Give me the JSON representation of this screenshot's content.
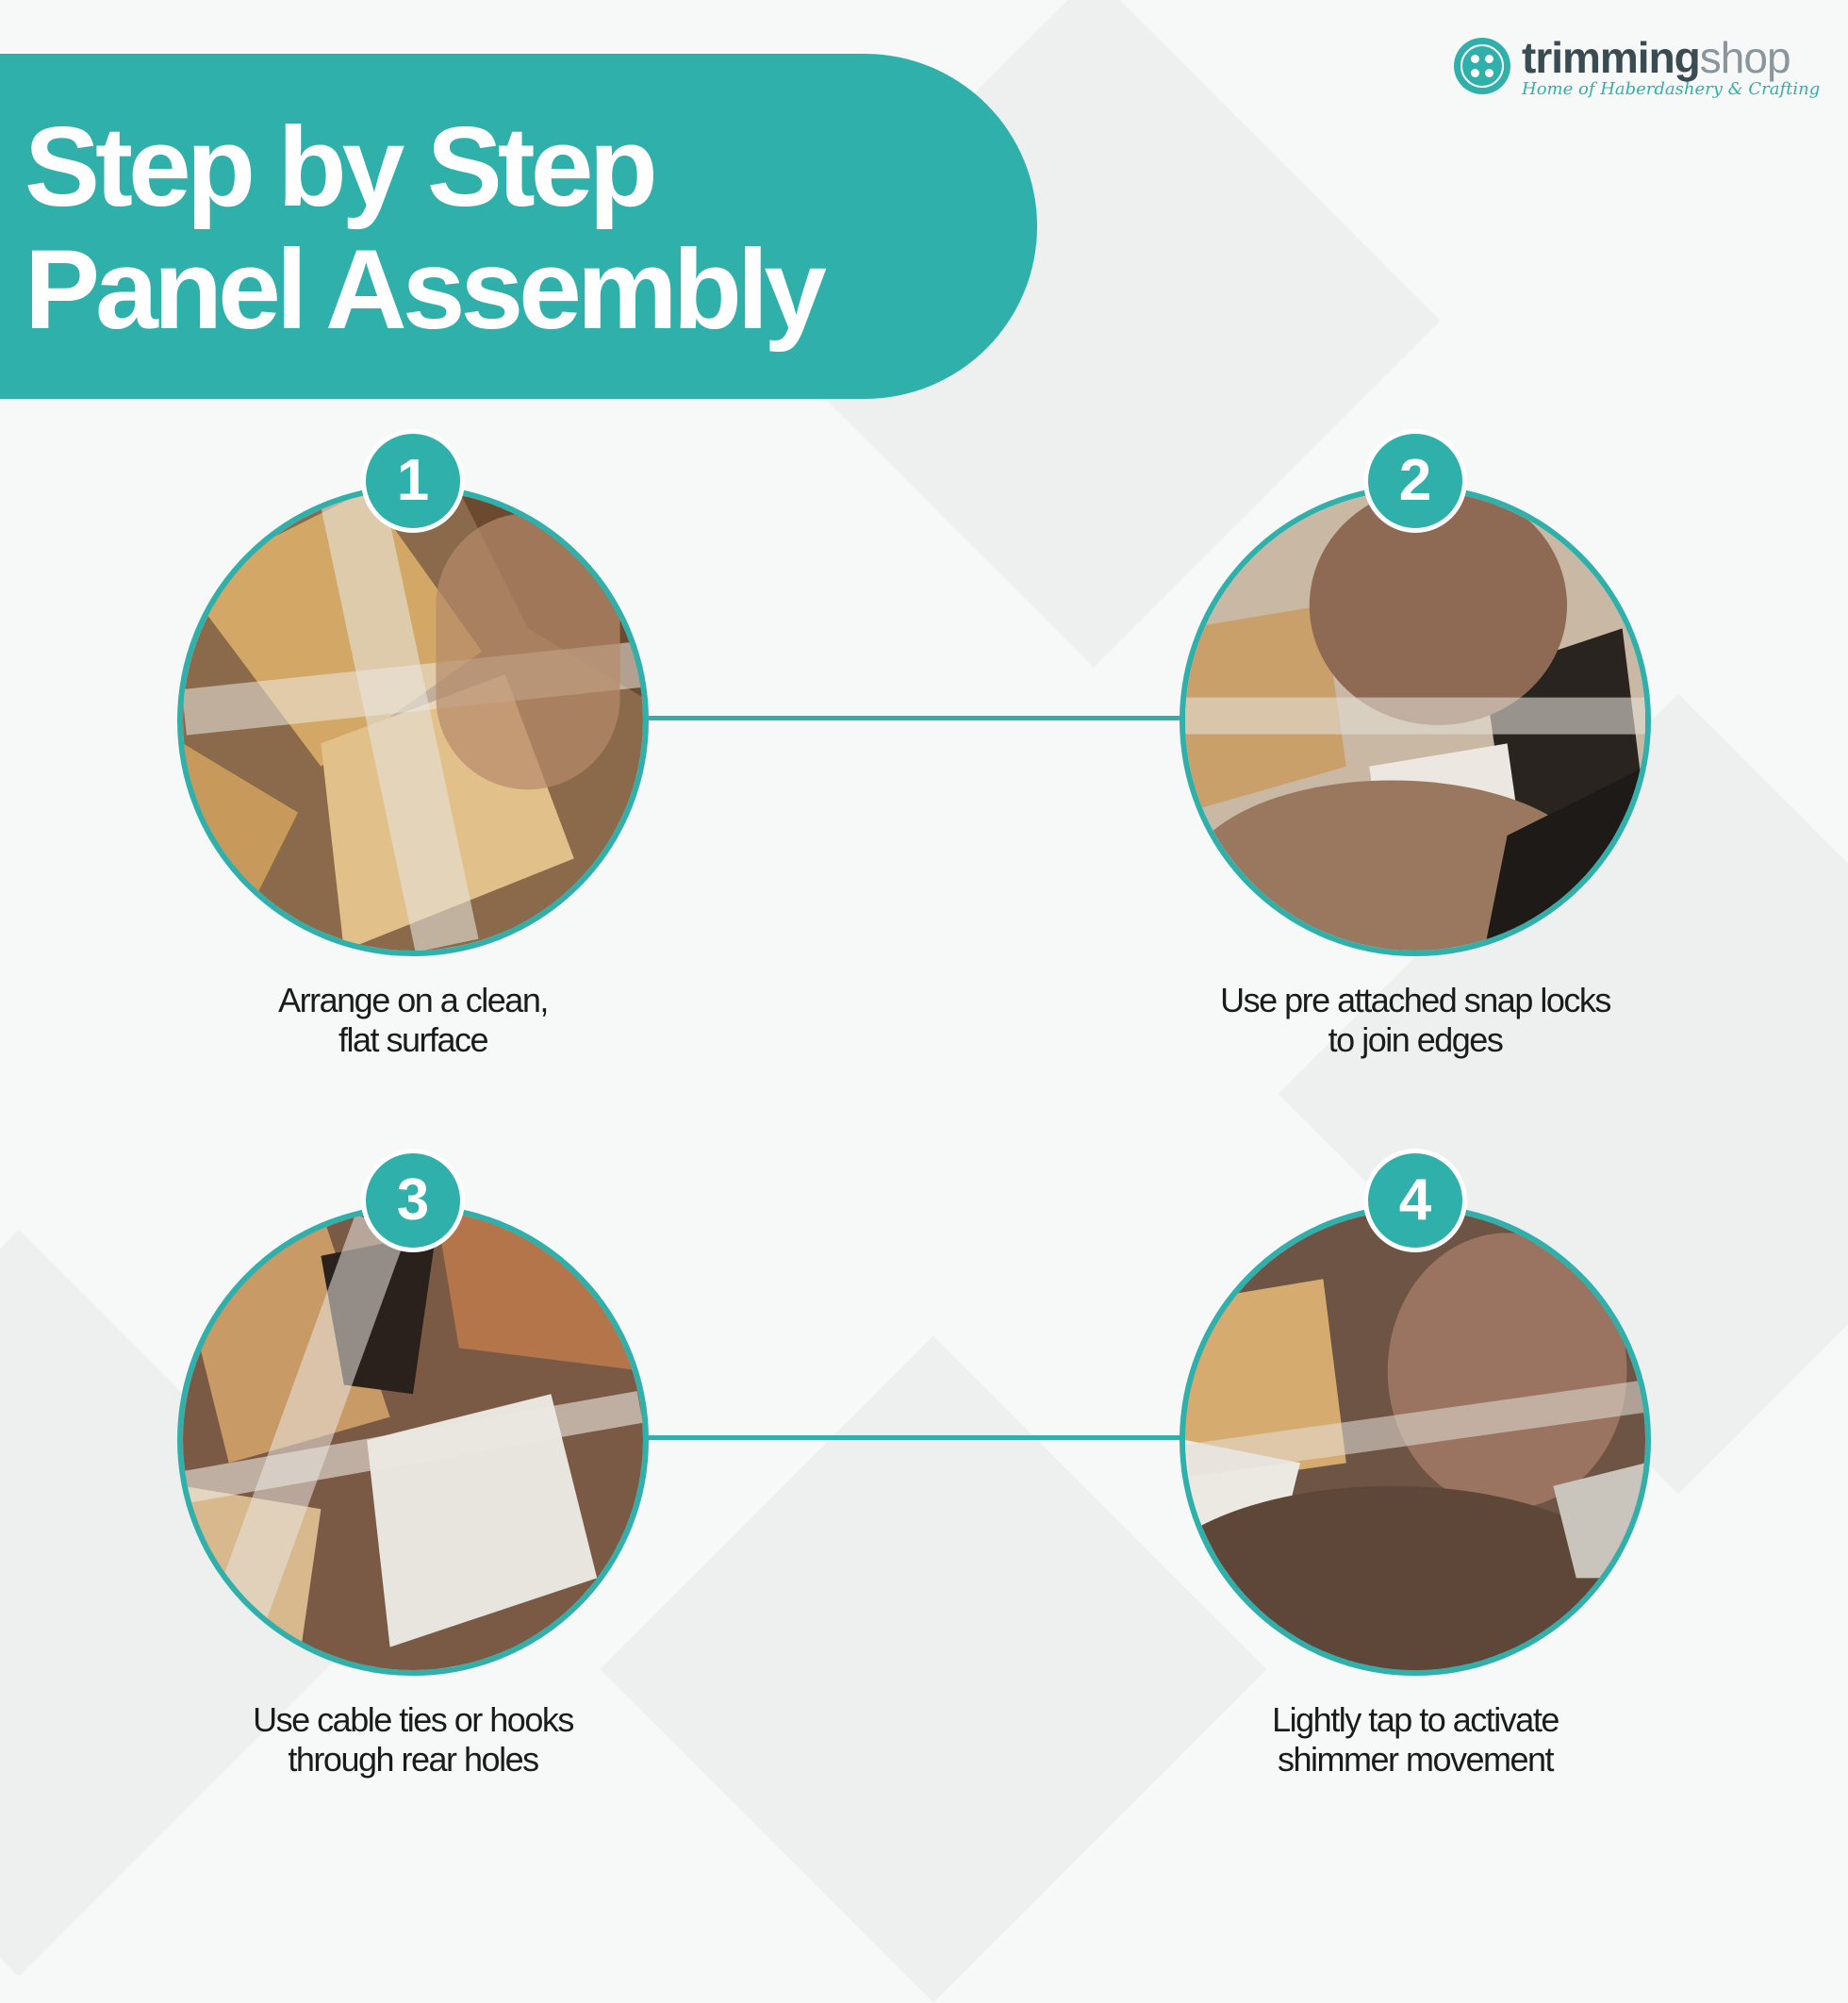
{
  "title": {
    "line1": "Step by Step",
    "line2": "Panel Assembly"
  },
  "logo": {
    "brand_bold": "trimming",
    "brand_light": "shop",
    "tagline": "Home of Haberdashery & Crafting"
  },
  "colors": {
    "accent": "#30b0aa",
    "text": "#1b1b1b",
    "background": "#f7f8f8"
  },
  "steps": [
    {
      "number": "1",
      "caption_line1": "Arrange on a clean,",
      "caption_line2": "flat surface",
      "photo": "gold-mirror-panel-photo"
    },
    {
      "number": "2",
      "caption_line1": "Use pre attached snap locks",
      "caption_line2": "to join edges",
      "photo": "hands-snapping-panel-photo"
    },
    {
      "number": "3",
      "caption_line1": "Use cable ties or hooks",
      "caption_line2": "through rear holes",
      "photo": "panel-rear-holes-photo"
    },
    {
      "number": "4",
      "caption_line1": "Lightly tap to activate",
      "caption_line2": "shimmer movement",
      "photo": "finger-tapping-panel-photo"
    }
  ]
}
